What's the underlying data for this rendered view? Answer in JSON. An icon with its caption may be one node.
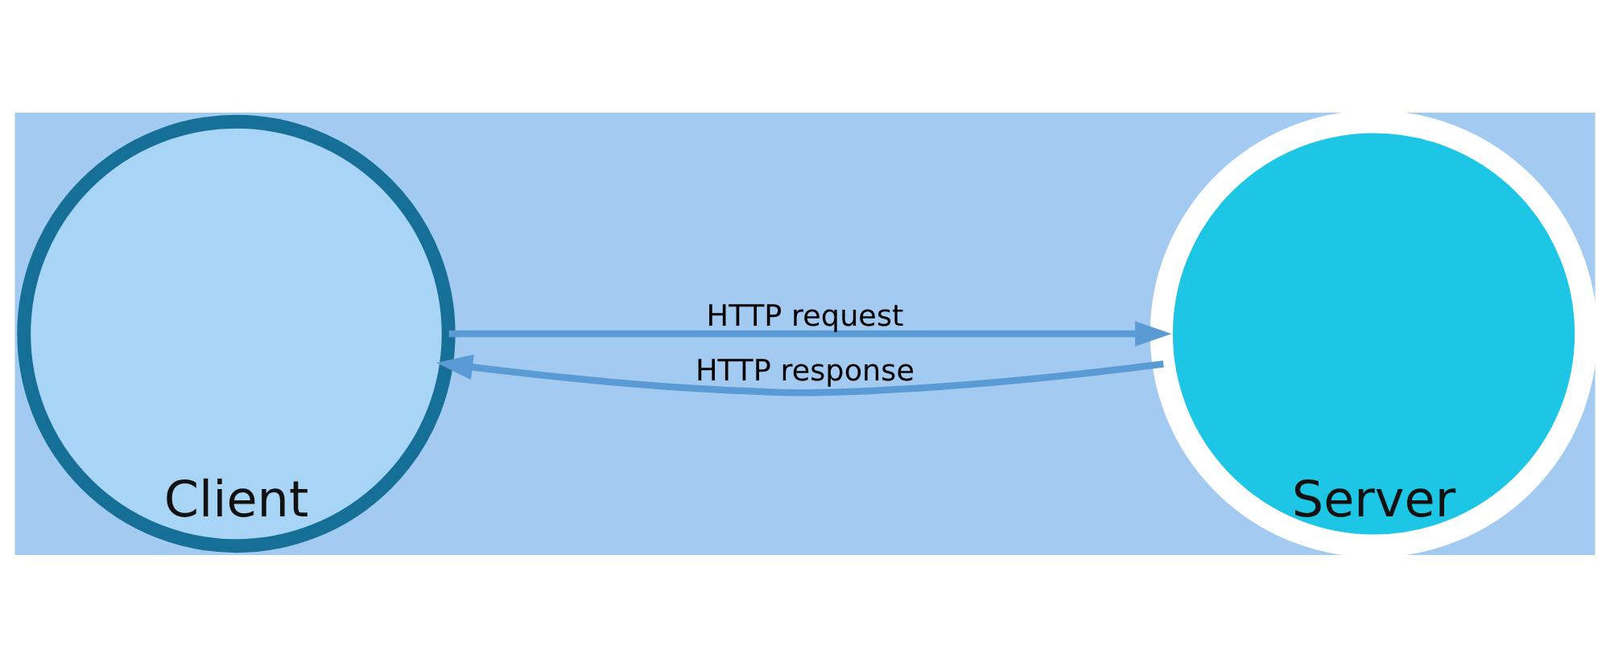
{
  "diagram": {
    "nodes": [
      {
        "text": [
          "Client"
        ]
      },
      {
        "text": [
          "Server"
        ]
      }
    ],
    "edges": [
      {
        "from": 0,
        "to": 1,
        "arrow": "to",
        "label": "HTTP request"
      },
      {
        "from": 1,
        "to": 0,
        "arrow": "to",
        "label": "HTTP response"
      }
    ]
  }
}
